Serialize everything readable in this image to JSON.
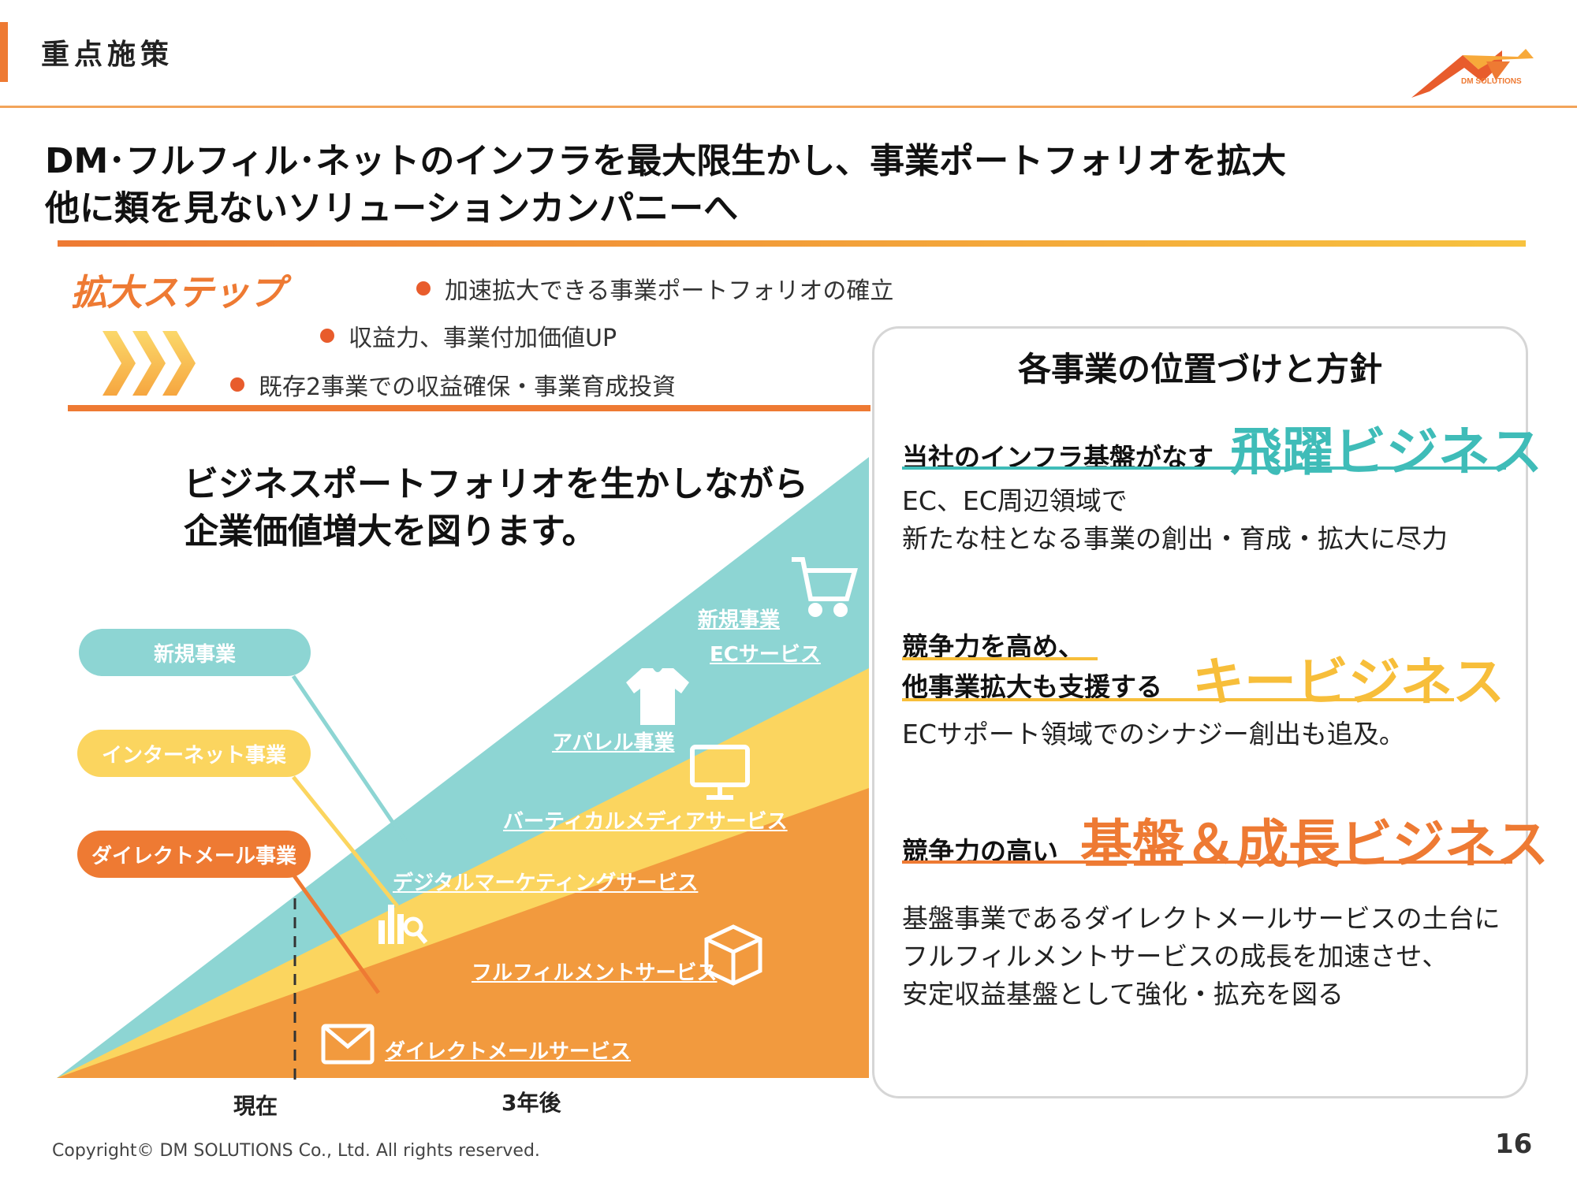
{
  "header": {
    "title": "重点施策",
    "logo_text": "DM SOLUTIONS"
  },
  "headline": {
    "line1": "DM･フルフィル･ネットのインフラを最大限生かし、事業ポートフォリオを拡大",
    "line2": "他に類を見ないソリューションカンパニーへ"
  },
  "steps": {
    "title": "拡大ステップ",
    "items": [
      "加速拡大できる事業ポートフォリオの確立",
      "収益力、事業付加価値UP",
      "既存2事業での収益確保・事業育成投資"
    ]
  },
  "chart": {
    "heading_line1": "ビジネスポートフォリオを生かしながら",
    "heading_line2": "企業価値増大を図ります。",
    "legend": [
      "新規事業",
      "インターネット事業",
      "ダイレクトメール事業"
    ],
    "services": {
      "new_business": "新規事業",
      "ec": "ECサービス",
      "apparel": "アパレル事業",
      "vertical_media": "バーティカルメディアサービス",
      "digital_marketing": "デジタルマーケティングサービス",
      "fulfillment": "フルフィルメントサービス",
      "direct_mail": "ダイレクトメールサービス"
    },
    "axis": {
      "now": "現在",
      "later": "3年後"
    },
    "colors": {
      "new": "#8dd5d3",
      "internet": "#fbd55f",
      "dm": "#f29a3e",
      "dm_pill": "#ee7a33"
    }
  },
  "panel": {
    "title": "各事業の位置づけと方針",
    "sections": [
      {
        "lead": "当社のインフラ基盤がなす",
        "big": "飛躍ビジネス",
        "color": "#3fbcb8",
        "body": [
          "EC、EC周辺領域で",
          "新たな柱となる事業の創出・育成・拡大に尽力"
        ]
      },
      {
        "lead1": "競争力を高め、",
        "lead": "他事業拡大も支援する",
        "big": "キービジネス",
        "color": "#f7be3a",
        "body": [
          "ECサポート領域でのシナジー創出も追及。"
        ]
      },
      {
        "lead": "競争力の高い",
        "big": "基盤＆成長ビジネス",
        "color": "#ee7a33",
        "body": [
          "基盤事業であるダイレクトメールサービスの土台に",
          "フルフィルメントサービスの成長を加速させ、",
          "安定収益基盤として強化・拡充を図る"
        ]
      }
    ]
  },
  "footer": {
    "copyright": "Copyright© DM SOLUTIONS Co., Ltd. All rights reserved.",
    "page": "16"
  }
}
